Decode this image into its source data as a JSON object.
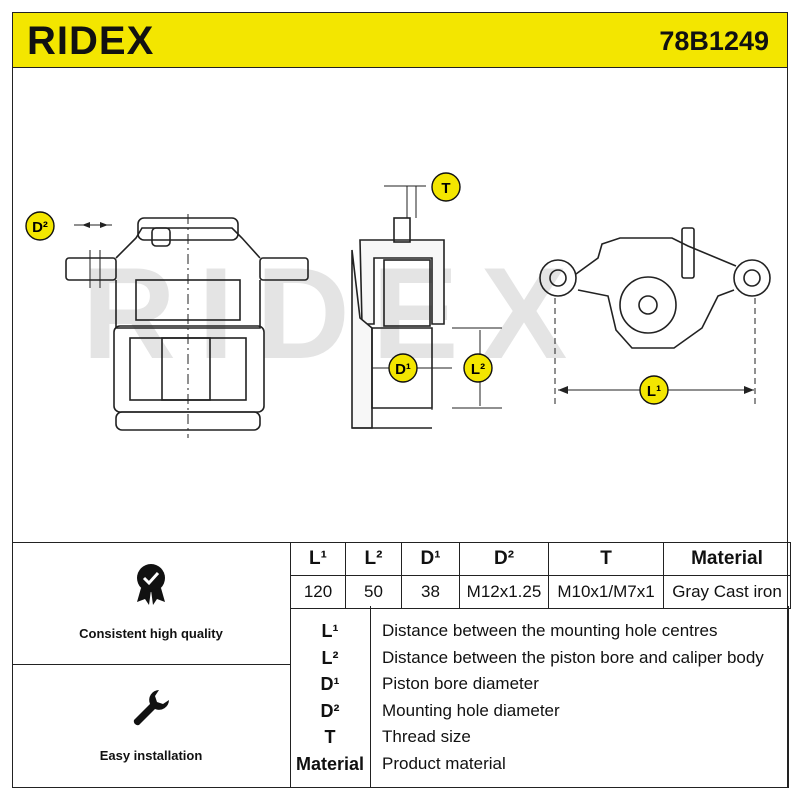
{
  "header": {
    "brand": "RIDEX",
    "part_number": "78B1249",
    "accent_color": "#f3e600"
  },
  "drawing": {
    "watermark": "RIDEX",
    "labels": {
      "d2": "D²",
      "t": "T",
      "d1": "D¹",
      "l2": "L²",
      "l1": "L¹"
    }
  },
  "spec_table": {
    "headers": [
      "L¹",
      "L²",
      "D¹",
      "D²",
      "T",
      "Material"
    ],
    "values": [
      "120",
      "50",
      "38",
      "M12x1.25",
      "M10x1/M7x1",
      "Gray Cast iron"
    ]
  },
  "legend": [
    {
      "key": "L¹",
      "text": "Distance between the mounting hole centres"
    },
    {
      "key": "L²",
      "text": "Distance between the piston bore and caliper body"
    },
    {
      "key": "D¹",
      "text": "Piston bore diameter"
    },
    {
      "key": "D²",
      "text": "Mounting hole diameter"
    },
    {
      "key": "T",
      "text": "Thread size"
    },
    {
      "key": "Material",
      "text": "Product material"
    }
  ],
  "features": [
    {
      "icon": "quality-badge-icon",
      "label": "Consistent high quality"
    },
    {
      "icon": "wrench-icon",
      "label": "Easy installation"
    }
  ]
}
